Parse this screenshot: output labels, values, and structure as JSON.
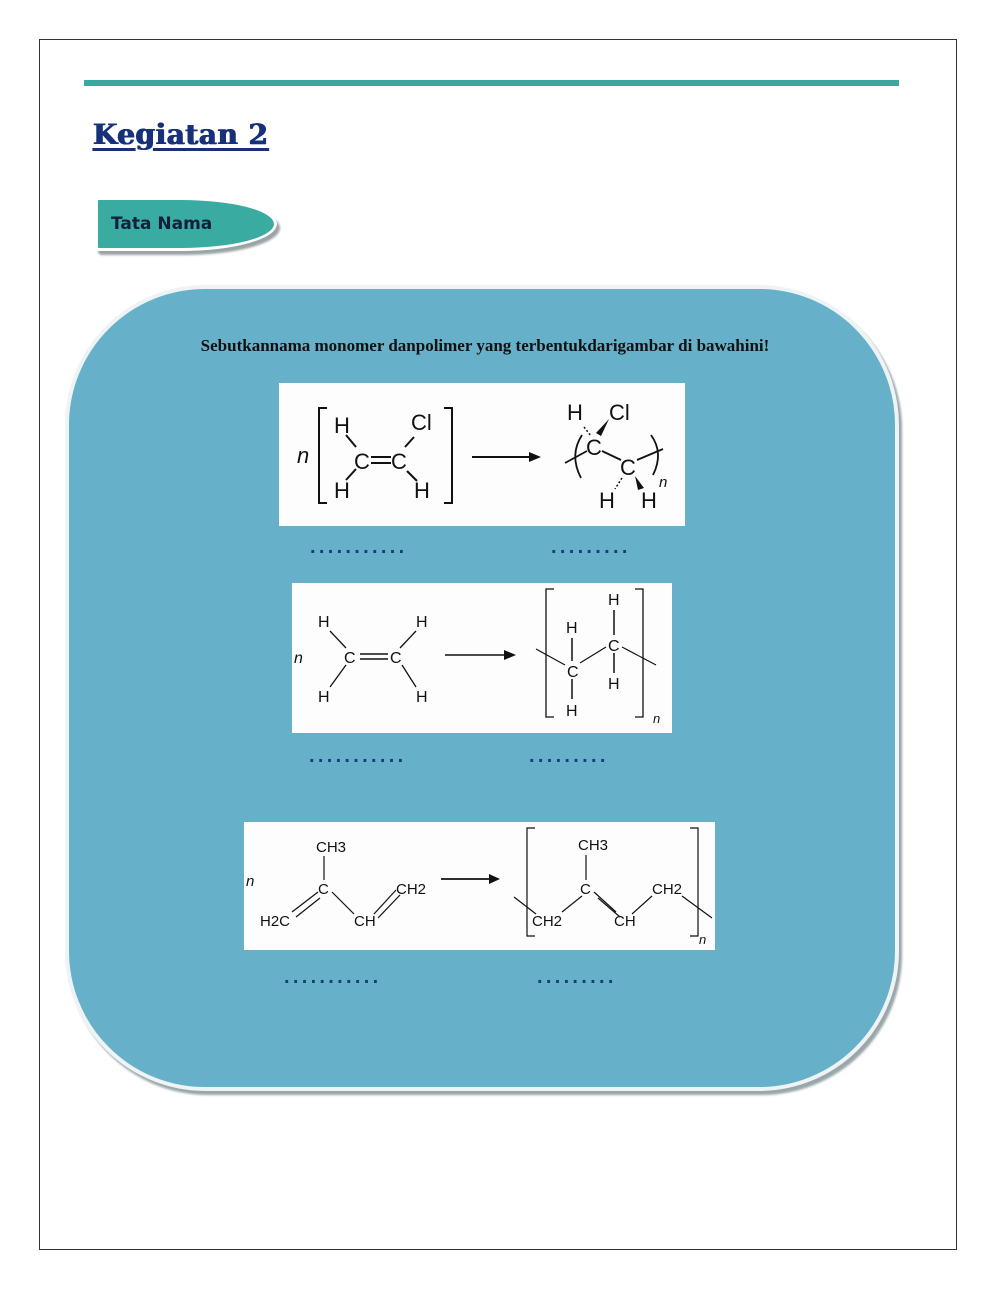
{
  "header": {
    "title": "Kegiatan 2",
    "tab_label": "Tata Nama",
    "accent_color": "#3aa89e",
    "title_color": "#16307a"
  },
  "worksheet": {
    "instruction": "Sebutkannama monomer danpolimer yang terbentukdarigambar di bawahini!",
    "box_color": "#66b0c9",
    "reactions": [
      {
        "name": "vinyl-chloride-polymerization",
        "coefficient": "n",
        "monomer_atoms": [
          "H",
          "Cl",
          "C",
          "C",
          "H",
          "H"
        ],
        "polymer_atoms": [
          "H",
          "Cl",
          "C",
          "C",
          "H",
          "H"
        ],
        "repeat_subscript": "n",
        "monomer_blank": "...........",
        "polymer_blank": "........."
      },
      {
        "name": "ethylene-polymerization",
        "coefficient": "n",
        "monomer_atoms": [
          "H",
          "H",
          "C",
          "C",
          "H",
          "H"
        ],
        "polymer_atoms": [
          "H",
          "H",
          "C",
          "C",
          "H",
          "H"
        ],
        "repeat_subscript": "n",
        "monomer_blank": "...........",
        "polymer_blank": "........."
      },
      {
        "name": "isoprene-polymerization",
        "coefficient": "n",
        "monomer_groups": [
          "CH3",
          "C",
          "H2C",
          "CH",
          "CH2"
        ],
        "polymer_groups": [
          "CH3",
          "C",
          "CH2",
          "CH",
          "CH2"
        ],
        "repeat_subscript": "n",
        "monomer_blank": "...........",
        "polymer_blank": "........."
      }
    ]
  }
}
